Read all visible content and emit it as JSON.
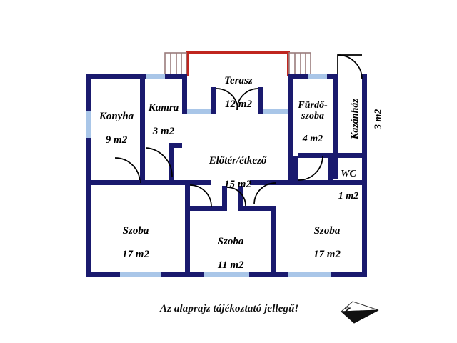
{
  "document": {
    "type": "floor-plan",
    "language": "hu",
    "caption": "Az alaprajz tájékoztató jellegű!",
    "compass_label": "N"
  },
  "colors": {
    "wall": "#1a1a6e",
    "wall_dark": "#141452",
    "window": "#a9c6e8",
    "terrace_outline": "#c0261f",
    "stairs": "#9a7c7c",
    "door_line": "#000000",
    "background": "#ffffff",
    "text": "#000000"
  },
  "rooms": [
    {
      "id": "konyha",
      "name": "Konyha",
      "area": "9 m2",
      "orientation": "horizontal"
    },
    {
      "id": "kamra",
      "name": "Kamra",
      "area": "3 m2",
      "orientation": "horizontal"
    },
    {
      "id": "terasz",
      "name": "Terasz",
      "area": "12 m2",
      "orientation": "horizontal"
    },
    {
      "id": "furdoszoba",
      "name": "Fürdő-\nszoba",
      "area": "4 m2",
      "orientation": "horizontal"
    },
    {
      "id": "kazanhaz",
      "name": "Kazánház",
      "area": "3 m2",
      "orientation": "vertical"
    },
    {
      "id": "wc",
      "name": "WC",
      "area": "1 m2",
      "orientation": "horizontal"
    },
    {
      "id": "eloter",
      "name": "Előtér/étkező",
      "area": "15 m2",
      "orientation": "horizontal"
    },
    {
      "id": "szoba_bal",
      "name": "Szoba",
      "area": "17 m2",
      "orientation": "horizontal"
    },
    {
      "id": "szoba_kozep",
      "name": "Szoba",
      "area": "11 m2",
      "orientation": "horizontal"
    },
    {
      "id": "szoba_jobb",
      "name": "Szoba",
      "area": "17 m2",
      "orientation": "horizontal"
    }
  ]
}
